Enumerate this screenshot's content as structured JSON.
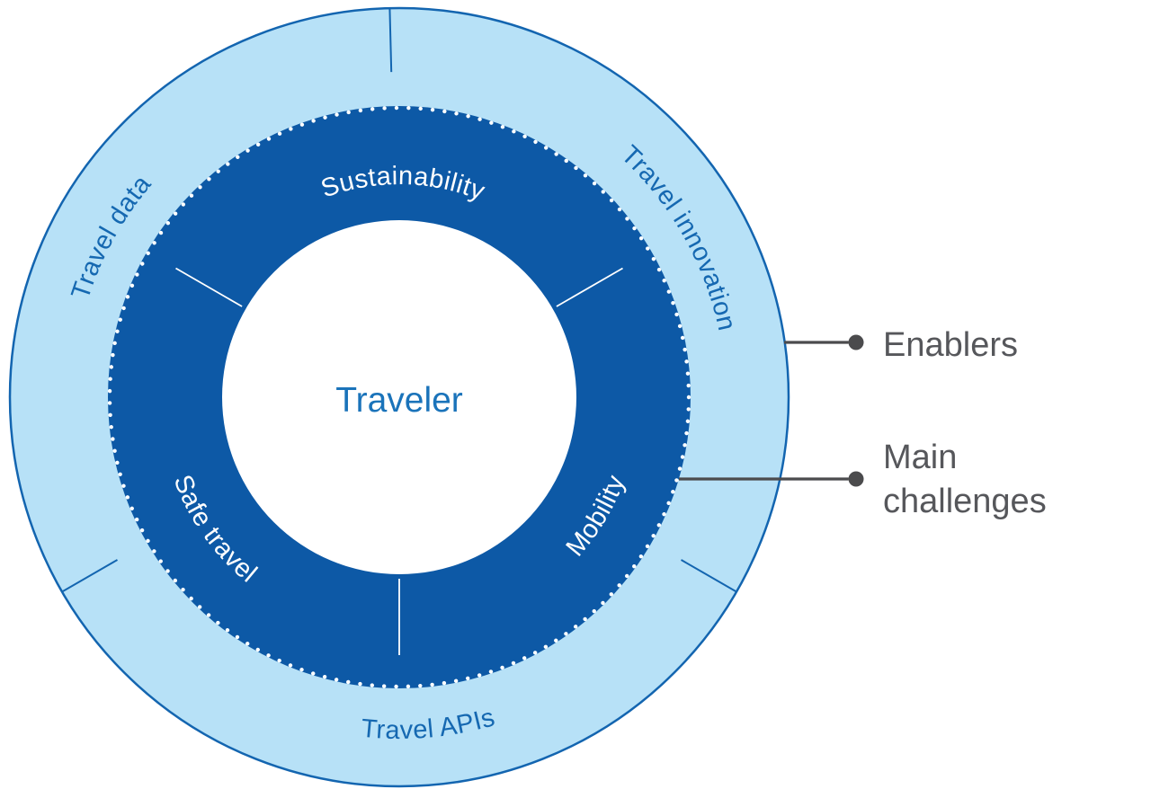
{
  "diagram": {
    "center": {
      "label": "Traveler"
    },
    "inner_ring": {
      "group": "Main challenges",
      "segments": [
        {
          "label": "Sustainability"
        },
        {
          "label": "Mobility"
        },
        {
          "label": "Safe travel"
        }
      ]
    },
    "outer_ring": {
      "group": "Enablers",
      "segments": [
        {
          "label": "Travel data"
        },
        {
          "label": "Travel innovation"
        },
        {
          "label": "Travel APIs"
        }
      ]
    }
  },
  "legend": {
    "enablers": {
      "label": "Enablers"
    },
    "main_challenges": {
      "line1": "Main",
      "line2": "challenges"
    }
  },
  "colors": {
    "outer_ring_fill": "#b7e1f7",
    "inner_ring_fill": "#0d59a6",
    "ring_stroke": "#1365b0",
    "outer_label_text": "#1568b1",
    "center_text": "#1a73ba",
    "legend_text": "#56575b",
    "legend_line": "#4b4b4d",
    "inner_label_text": "#ffffff"
  }
}
